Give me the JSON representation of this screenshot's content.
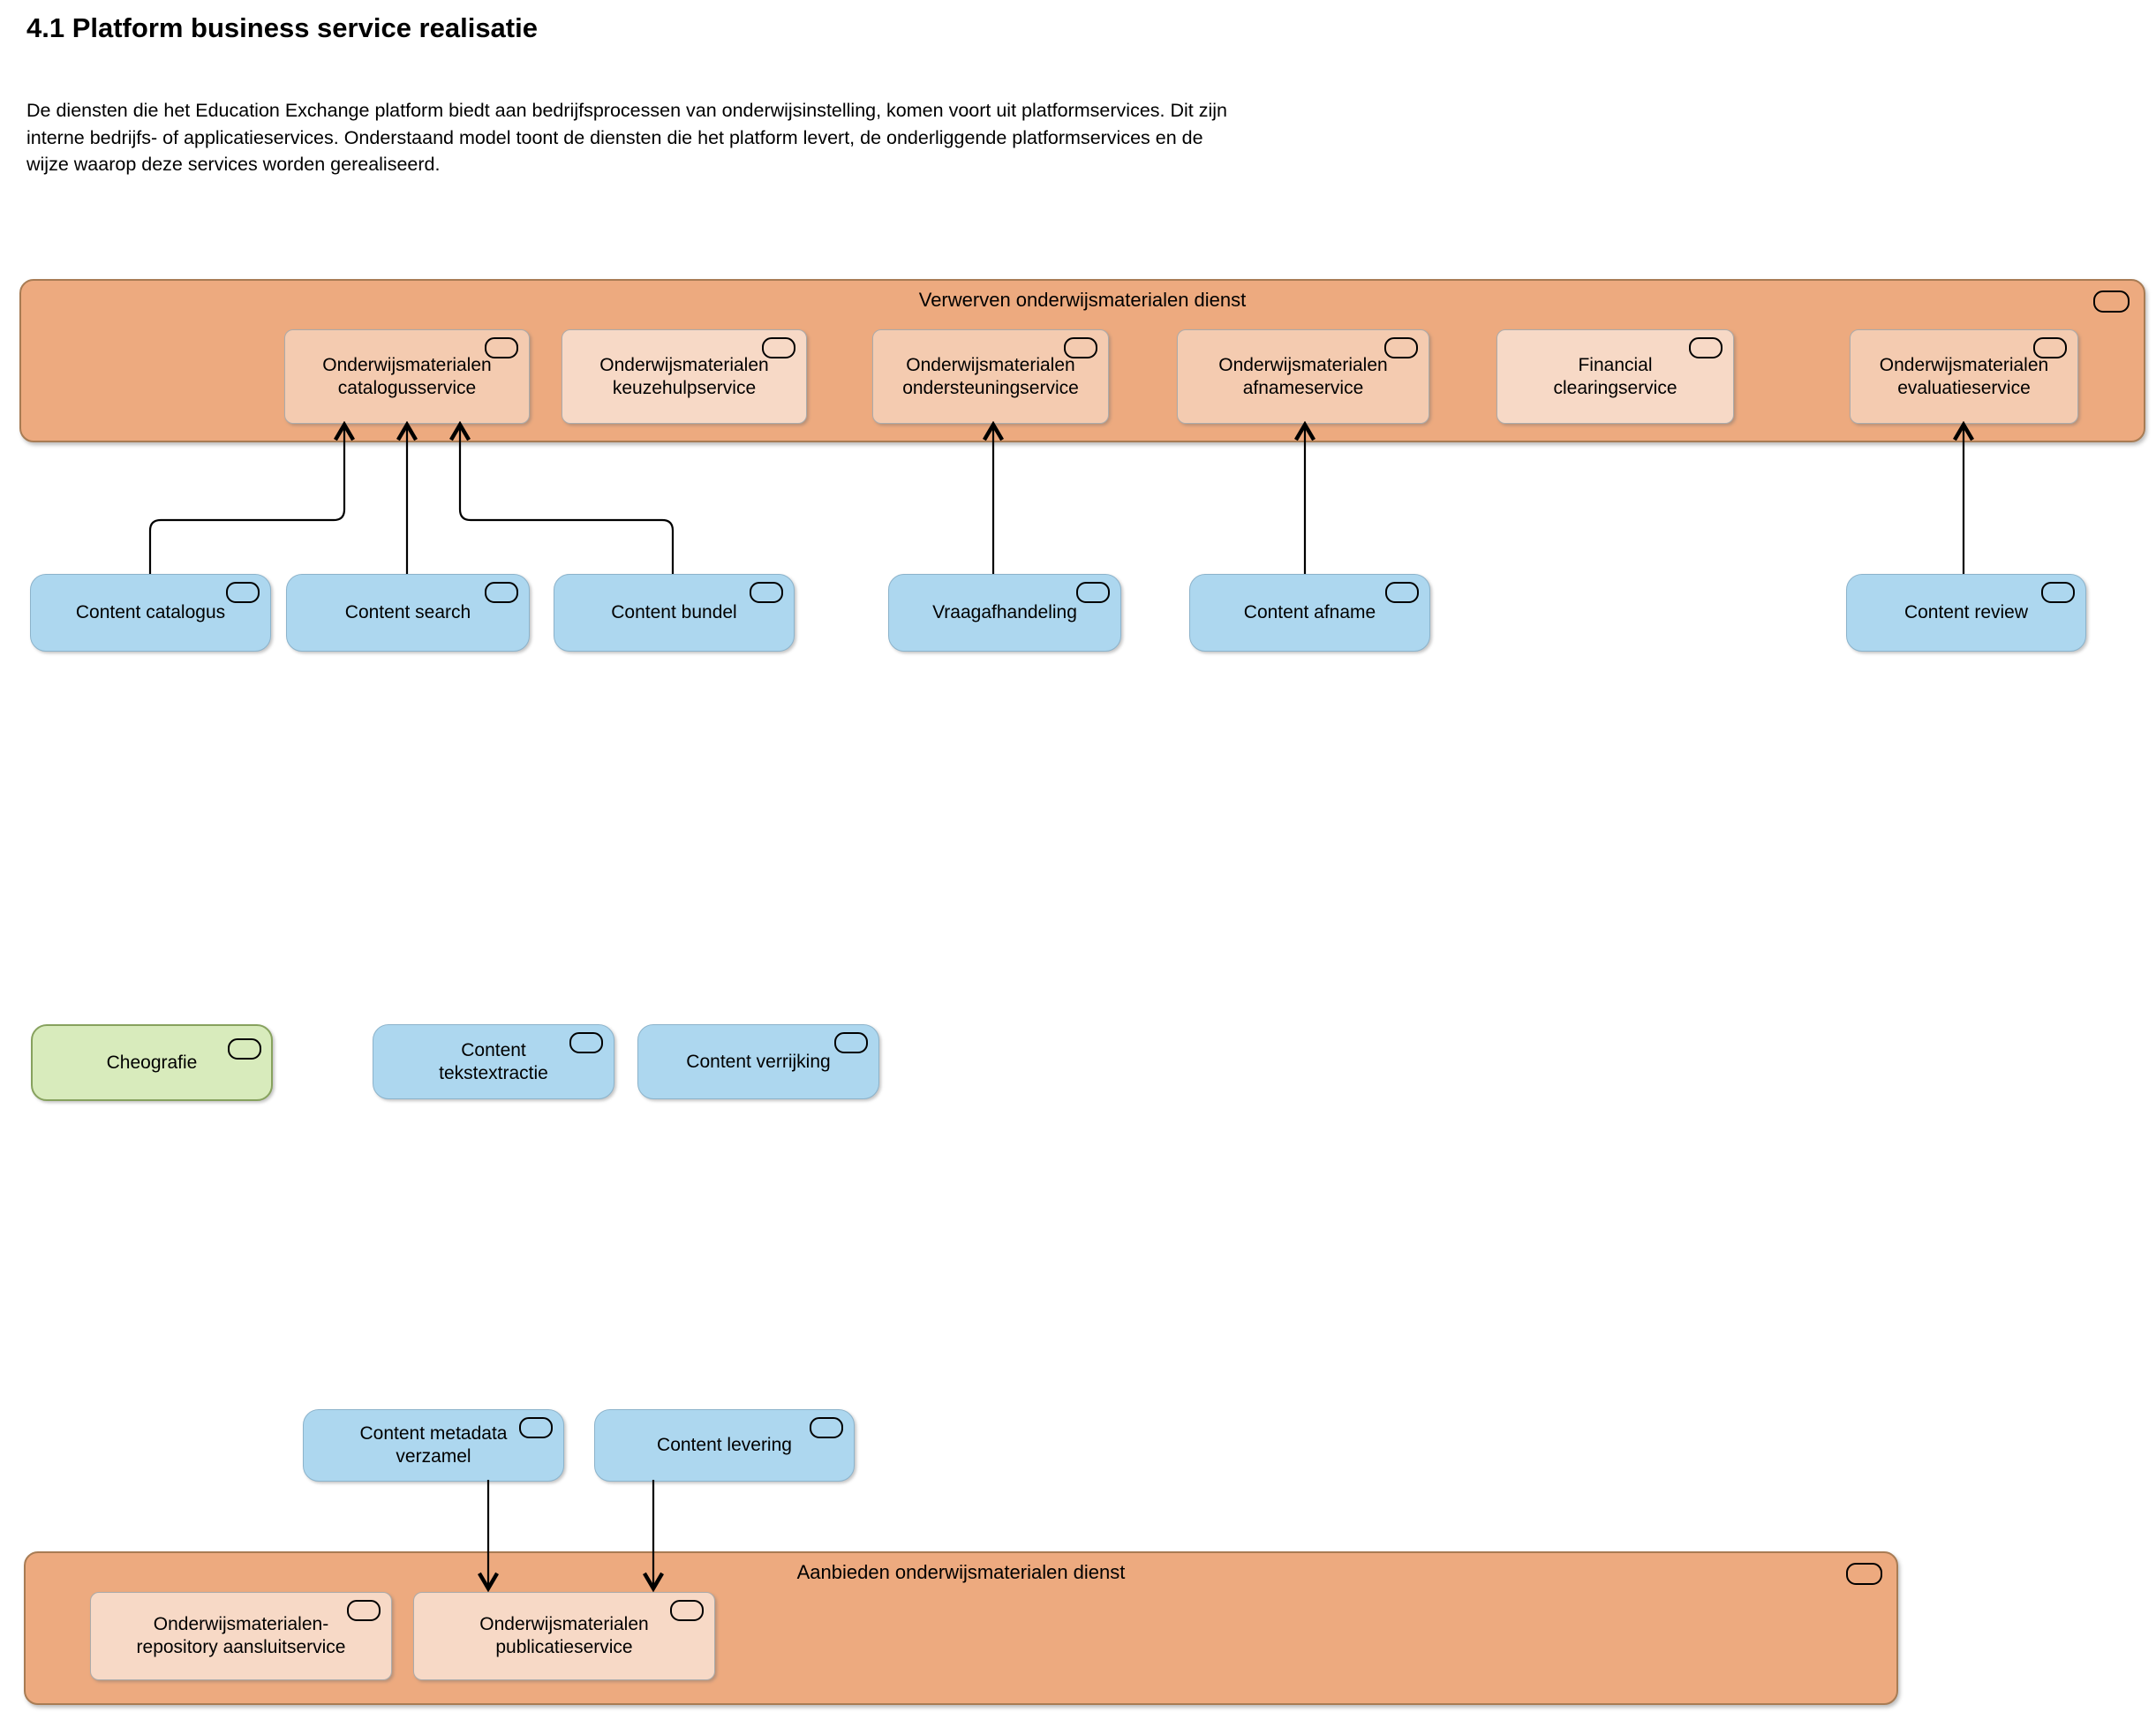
{
  "page": {
    "heading": "4.1 Platform business service realisatie",
    "intro": "De diensten die het Education Exchange platform biedt aan bedrijfsprocessen van onderwijsinstelling, komen voort uit platformservices. Dit zijn interne bedrijfs- of applicatieservices. Onderstaand model toont de diensten die het platform levert, de onderliggende platformservices en de wijze waarop deze services worden gerealiseerd."
  },
  "diagram": {
    "colors": {
      "container_fill": "#EDAA7F",
      "container_border": "#A87C54",
      "service_fill_dark": "#F4CBB0",
      "service_fill_light": "#F7D9C6",
      "service_border": "#ABABAB",
      "process_fill": "#ADD7EF",
      "process_border": "#8CB3CB",
      "event_fill": "#D8EBBC",
      "event_border": "#87A25E",
      "line_color": "#000000"
    },
    "verwerven": {
      "label": "Verwerven onderwijsmaterialen dienst",
      "services": [
        {
          "label": "Onderwijsmaterialen\ncatalogusservice"
        },
        {
          "label": "Onderwijsmaterialen\nkeuzehulpservice"
        },
        {
          "label": "Onderwijsmaterialen\nondersteuningservice"
        },
        {
          "label": "Onderwijsmaterialen\nafnameservice"
        },
        {
          "label": "Financial\nclearingservice"
        },
        {
          "label": "Onderwijsmaterialen\nevaluatieservice"
        }
      ]
    },
    "aanbieden": {
      "label": "Aanbieden onderwijsmaterialen dienst",
      "services": [
        {
          "label": "Onderwijsmaterialen-\nrepository aansluitservice"
        },
        {
          "label": "Onderwijsmaterialen\npublicatieservice"
        }
      ]
    },
    "processes_row1": [
      {
        "label": "Content catalogus"
      },
      {
        "label": "Content search"
      },
      {
        "label": "Content bundel"
      },
      {
        "label": "Vraagafhandeling"
      },
      {
        "label": "Content afname"
      },
      {
        "label": "Content review"
      }
    ],
    "event": {
      "label": "Cheografie"
    },
    "processes_row2": [
      {
        "label": "Content\ntekstextractie"
      },
      {
        "label": "Content verrijking"
      }
    ],
    "processes_row3": [
      {
        "label": "Content metadata\nverzamel"
      },
      {
        "label": "Content levering"
      }
    ]
  }
}
